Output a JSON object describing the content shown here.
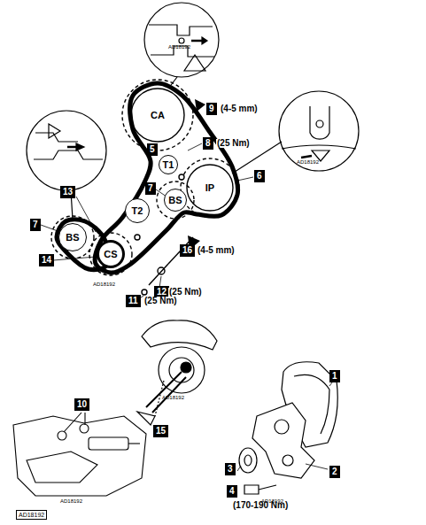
{
  "diagram": {
    "nodes": [
      {
        "text": [
          "CA"
        ]
      },
      {
        "text": [
          "T1"
        ]
      },
      {
        "text": [
          "IP"
        ]
      },
      {
        "text": [
          "BS"
        ]
      },
      {
        "text": [
          "T2"
        ]
      },
      {
        "text": [
          "BS"
        ]
      },
      {
        "text": [
          "CS"
        ]
      }
    ],
    "labels": [
      "AD18192",
      "9",
      "(4-5 mm)",
      "8",
      "(25 Nm)",
      "AD18192",
      "6",
      "5",
      "7",
      "13",
      "7",
      "14",
      "AD18192",
      "16",
      "(4-5 mm)",
      "12",
      "(25 Nm)",
      "11",
      "(25 Nm)",
      "AD18192",
      "15",
      "1",
      "2",
      "3",
      "4",
      "(170-190 Nm)",
      "AD18192",
      "10",
      "AD18192",
      "AD18192"
    ]
  }
}
